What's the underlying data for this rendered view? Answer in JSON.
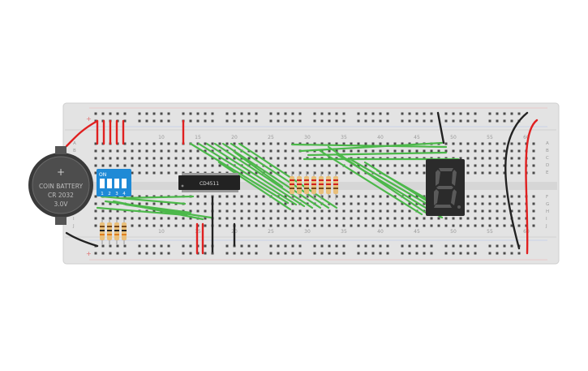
{
  "breadboard": {
    "top_numbers": [
      "10",
      "15",
      "20",
      "25",
      "30",
      "35",
      "40",
      "45",
      "50",
      "55",
      "60"
    ],
    "bottom_numbers": [
      "10",
      "15",
      "20",
      "25",
      "30",
      "35",
      "40",
      "45",
      "50",
      "55",
      "60"
    ],
    "row_letters_upper": [
      "A",
      "B",
      "C",
      "D",
      "E"
    ],
    "row_letters_lower": [
      "F",
      "G",
      "H",
      "I",
      "J"
    ]
  },
  "battery": {
    "plus_symbol": "+",
    "line1": "COIN BATTERY",
    "line2": "CR 2032",
    "line3": "3.0V"
  },
  "dip_switch": {
    "on_label": "ON",
    "numbers": [
      "1",
      "2",
      "3",
      "4"
    ]
  },
  "chip": {
    "label": "CD4511"
  },
  "display": {
    "digit": "8."
  },
  "colors": {
    "board": "#e3e3e3",
    "wire_green": "#4cb84a",
    "wire_red": "#e02020",
    "wire_black": "#222222",
    "dip_blue": "#1f8ad6",
    "chip_body": "#222222",
    "display_body": "#2b2b2b",
    "segment_off": "#5a5a5a"
  }
}
